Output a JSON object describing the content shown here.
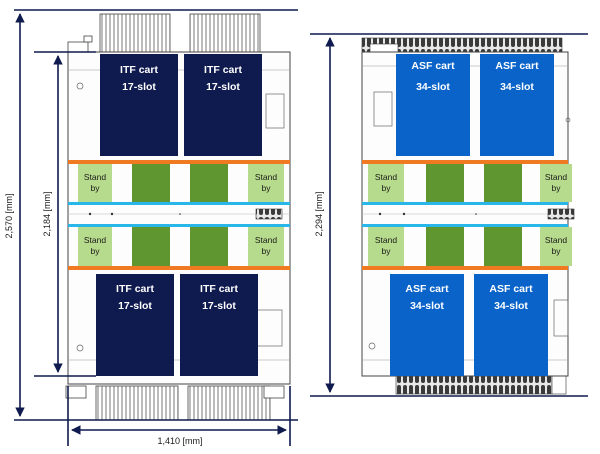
{
  "dimensions": {
    "left_height_total": "2,570 [mm]",
    "left_height_inner": "2,184 [mm]",
    "width": "1,410 [mm]",
    "right_height_total": "2,294 [mm]"
  },
  "left_unit": {
    "cart_name": "ITF cart",
    "cart_slots": "17-slot",
    "standby_line1": "Stand",
    "standby_line2": "by"
  },
  "right_unit": {
    "cart_name": "ASF cart",
    "cart_slots": "34-slot",
    "standby_line1": "Stand",
    "standby_line2": "by"
  },
  "colors": {
    "itf_cart": "#0f1a4e",
    "asf_cart": "#0a63c9",
    "standby": "#b7db8c",
    "dark_green": "#5f9630",
    "orange_rail": "#f07a22",
    "cyan_rail": "#29b6e8",
    "dimension_line": "#0f1a4e"
  }
}
